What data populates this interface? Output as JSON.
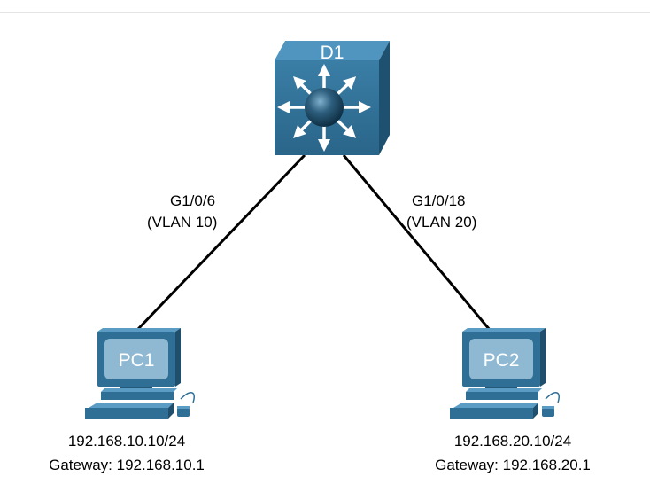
{
  "colors": {
    "device_front": "#2f6f95",
    "device_top": "#4d93bb",
    "device_side": "#1f4f6d",
    "screen_fill": "#8fb8d3",
    "link": "#000000"
  },
  "switch": {
    "name": "D1",
    "icon": "multilayer-switch-icon"
  },
  "links": [
    {
      "interface": "G1/0/6",
      "vlan": "(VLAN 10)"
    },
    {
      "interface": "G1/0/18",
      "vlan": "(VLAN 20)"
    }
  ],
  "hosts": [
    {
      "name": "PC1",
      "ip": "192.168.10.10/24",
      "gateway": "Gateway: 192.168.10.1",
      "icon": "pc-icon"
    },
    {
      "name": "PC2",
      "ip": "192.168.20.10/24",
      "gateway": "Gateway: 192.168.20.1",
      "icon": "pc-icon"
    }
  ]
}
